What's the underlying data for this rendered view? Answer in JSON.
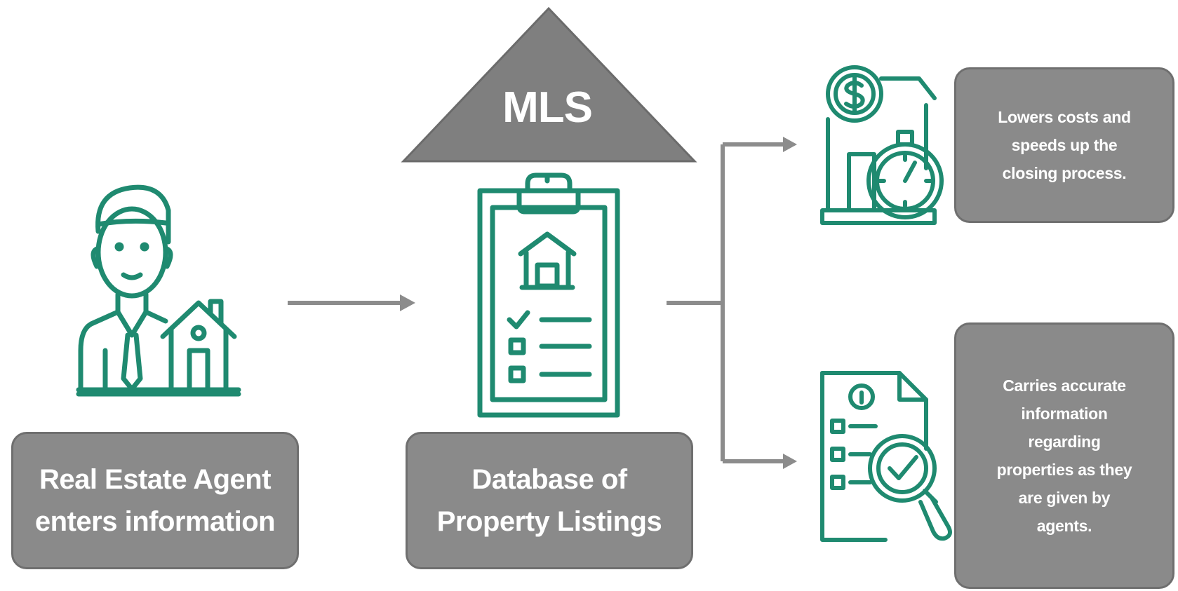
{
  "mls": {
    "title": "MLS"
  },
  "agent": {
    "line1": "Real Estate Agent",
    "line2": "enters information"
  },
  "database": {
    "line1": "Database of",
    "line2": "Property Listings"
  },
  "benefit_costs": {
    "lines": [
      "Lowers costs and",
      "speeds up the",
      "closing process."
    ]
  },
  "benefit_info": {
    "lines": [
      "Carries accurate",
      "information",
      "regarding",
      "properties as they",
      "are given by",
      "agents."
    ]
  },
  "icons": {
    "agent": "agent-with-house-icon",
    "database": "clipboard-checklist-house-icon",
    "costs": "house-coin-stopwatch-icon",
    "info": "document-magnifier-check-icon"
  },
  "colors": {
    "icon": "#1f8a70",
    "box_fill": "#8a8a8a",
    "box_border": "#6f6f6f",
    "arrow": "#8c8c8c",
    "triangle": "#7f7f7f"
  }
}
